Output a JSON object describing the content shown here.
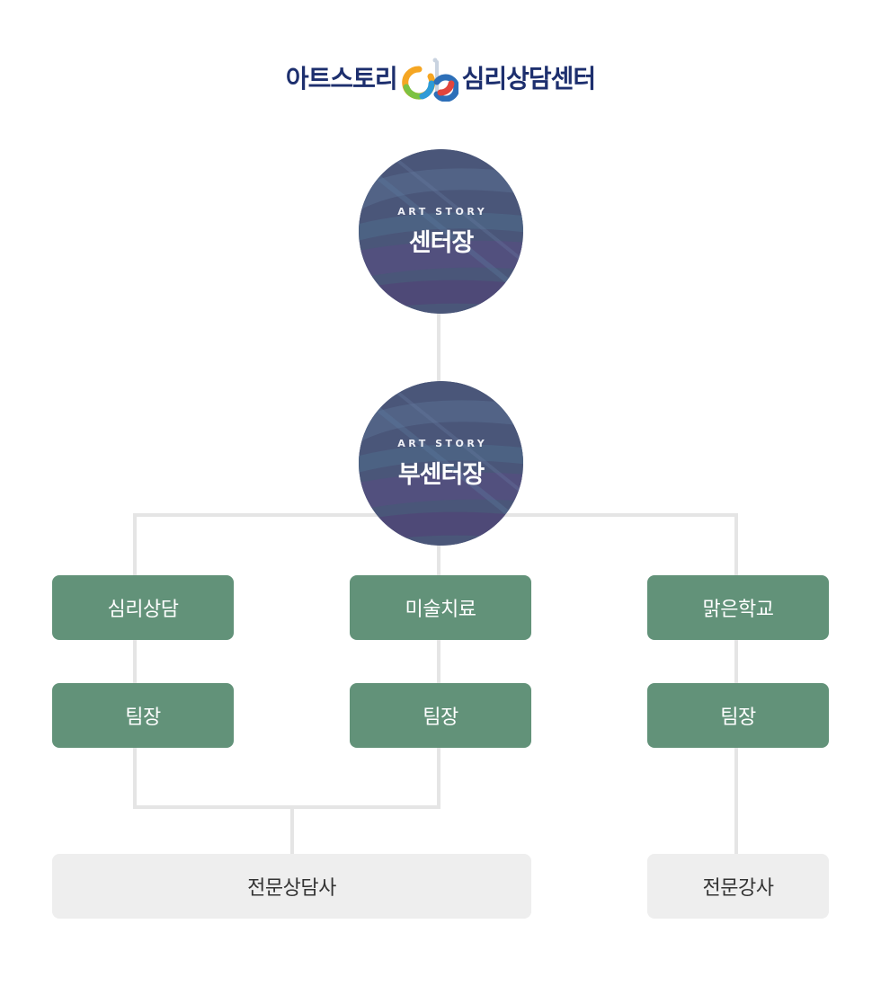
{
  "logo": {
    "left_text": "아트스토리",
    "right_text": "심리상담센터",
    "mark_icon": "ab-colorful-logo-icon"
  },
  "nodes": {
    "director": {
      "subtitle": "ART STORY",
      "title": "센터장"
    },
    "deputy": {
      "subtitle": "ART STORY",
      "title": "부센터장"
    },
    "dept_counseling": "심리상담",
    "dept_art_therapy": "미술치료",
    "dept_school": "맑은학교",
    "lead_counseling": "팀장",
    "lead_art_therapy": "팀장",
    "lead_school": "팀장",
    "staff_counselors": "전문상담사",
    "staff_lecturers": "전문강사"
  },
  "colors": {
    "circle_bg": "#4a5679",
    "department_box": "#629279",
    "staff_box": "#eeeeee",
    "connector": "#e5e5e5",
    "logo_text": "#1d2f6e"
  }
}
